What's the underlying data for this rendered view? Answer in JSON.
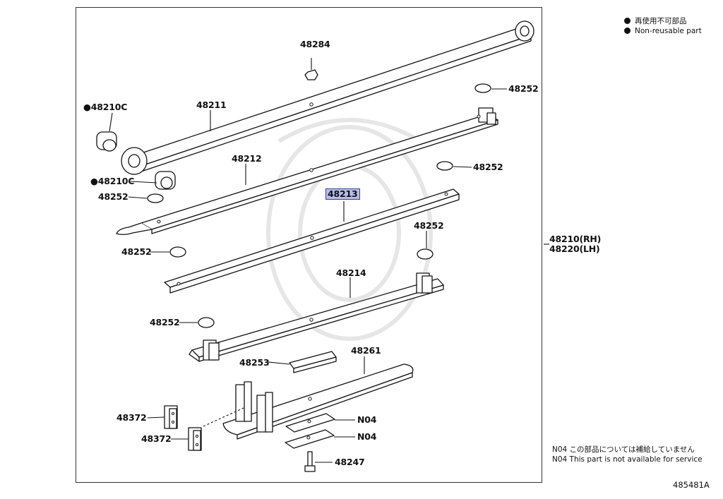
{
  "legend": {
    "jp": "再使用不可部品",
    "en": "Non-reusable part"
  },
  "labels": {
    "p48284": "48284",
    "p48252_a": "48252",
    "p48210C_a": "●48210C",
    "p48211": "48211",
    "p48212": "48212",
    "p48252_b": "48252",
    "p48210C_b": "●48210C",
    "p48252_c": "48252",
    "p48213": "48213",
    "p48252_d": "48252",
    "p48252_e": "48252",
    "p48210": "48210(RH)",
    "p48220": "48220(LH)",
    "p48214": "48214",
    "p48252_f": "48252",
    "p48253": "48253",
    "p48261": "48261",
    "p48372_a": "48372",
    "p48372_b": "48372",
    "pN04_a": "N04",
    "pN04_b": "N04",
    "p48247": "48247"
  },
  "notes": {
    "jp": "N04 この部品については補給していません",
    "en": "N04 This part is not available for service"
  },
  "diagram_id": "485481A"
}
